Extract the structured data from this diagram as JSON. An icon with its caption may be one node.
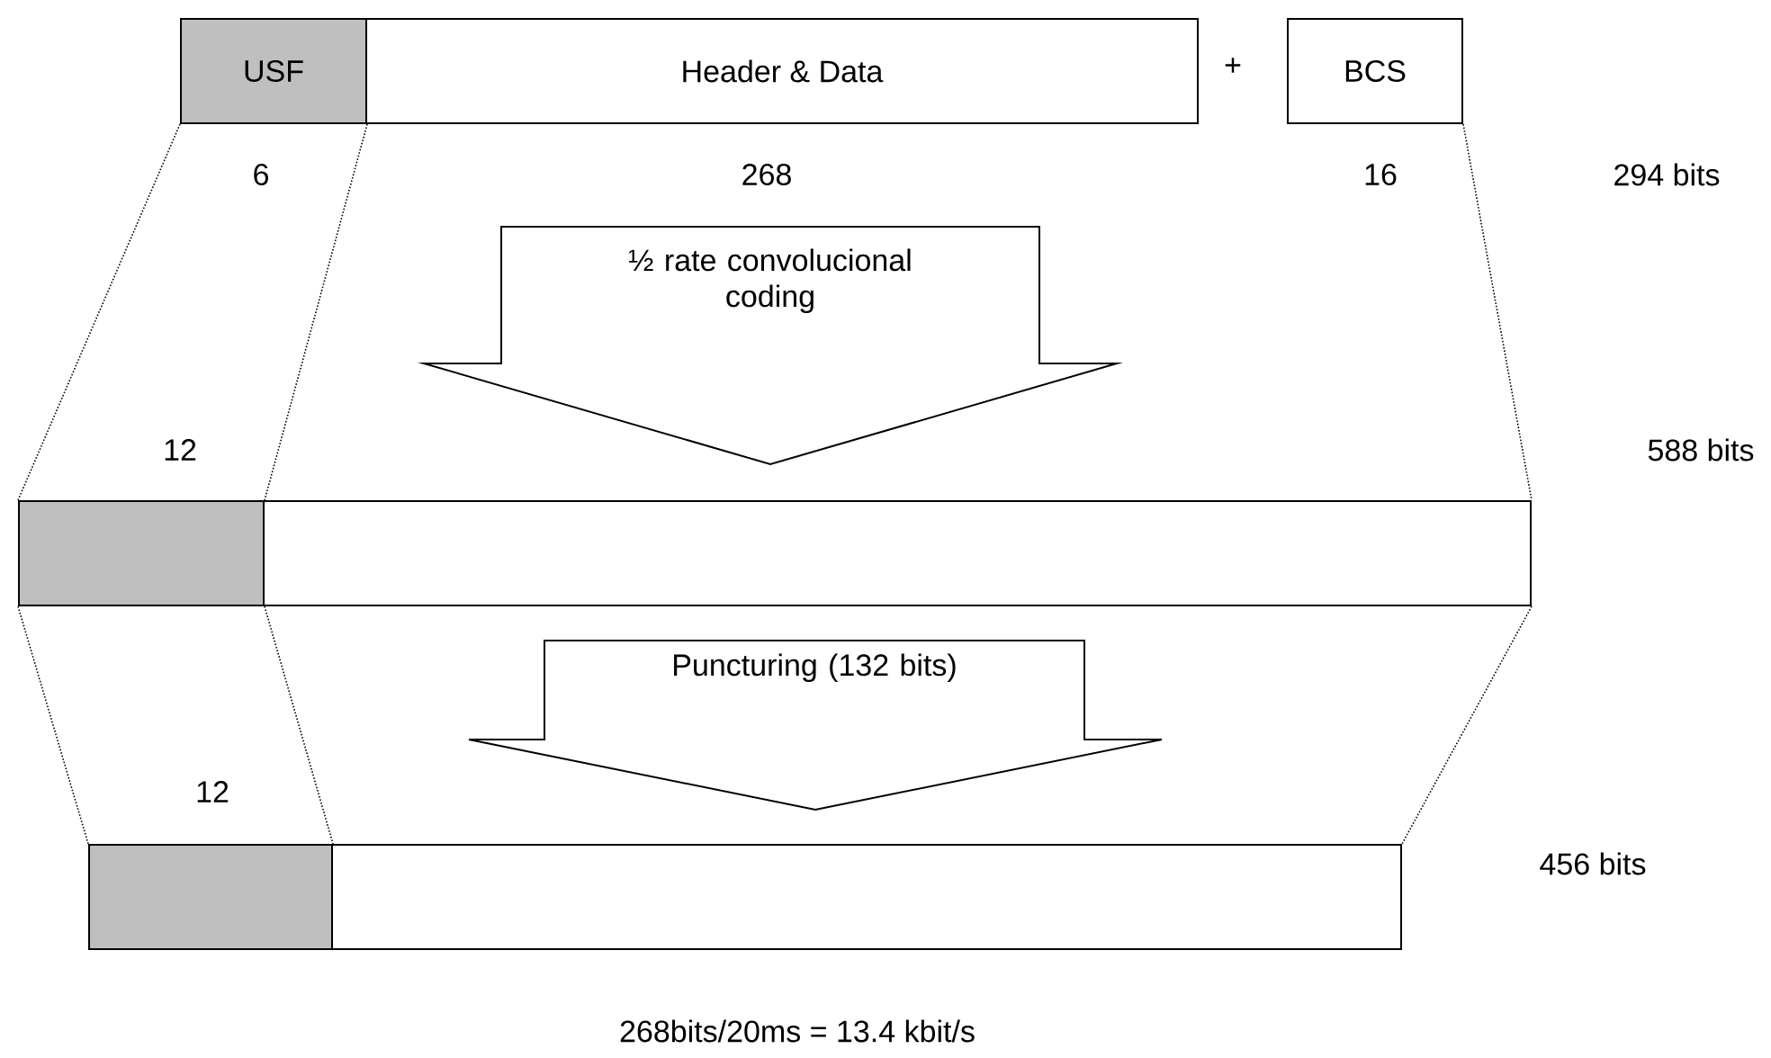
{
  "diagram": {
    "nodes": [
      {
        "text": [
          "USF"
        ]
      },
      {
        "text": [
          "Header & Data"
        ]
      },
      {
        "text": [
          "BCS"
        ]
      },
      {
        "text": [],
        "shape": "box"
      },
      {
        "text": [],
        "shape": "box"
      },
      {
        "text": [],
        "shape": "box"
      },
      {
        "text": [],
        "shape": "box"
      }
    ],
    "edges": [
      {
        "from": 0,
        "to": 3,
        "arrow": "none",
        "style": "dashed"
      },
      {
        "from": 0,
        "to": 3,
        "arrow": "none",
        "style": "dashed"
      },
      {
        "from": 2,
        "to": 4,
        "arrow": "none",
        "style": "dashed"
      },
      {
        "from": 1,
        "to": 4,
        "arrow": "to",
        "label": "½ rate convolucional coding"
      },
      {
        "from": 4,
        "to": 6,
        "arrow": "to",
        "label": "Puncturing (132 bits)"
      },
      {
        "from": 3,
        "to": 5,
        "arrow": "none",
        "style": "dashed"
      },
      {
        "from": 3,
        "to": 5,
        "arrow": "none",
        "style": "dashed"
      },
      {
        "from": 4,
        "to": 6,
        "arrow": "none",
        "style": "dashed"
      }
    ],
    "labels": [
      "+",
      "6",
      "268",
      "16",
      "294 bits",
      "12",
      "588 bits",
      "12",
      "456 bits",
      "268bits/20ms = 13.4 kbit/s"
    ]
  }
}
